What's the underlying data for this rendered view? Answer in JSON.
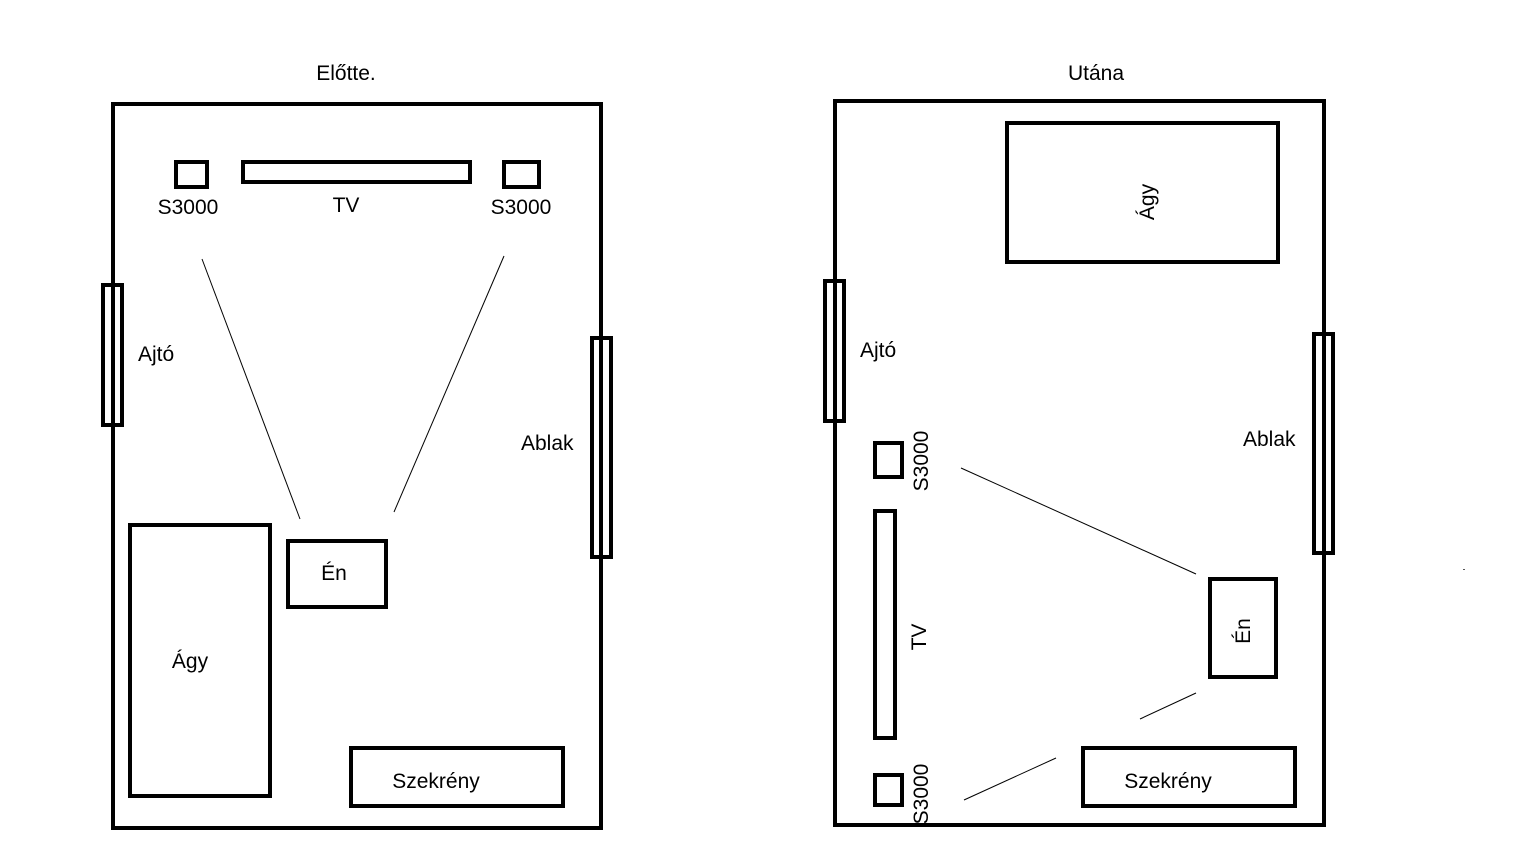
{
  "before": {
    "title": "Előtte.",
    "speaker_left": "S3000",
    "tv": "TV",
    "speaker_right": "S3000",
    "door": "Ajtó",
    "window": "Ablak",
    "me": "Én",
    "bed": "Ágy",
    "wardrobe": "Szekrény"
  },
  "after": {
    "title": "Utána",
    "bed": "Ágy",
    "door": "Ajtó",
    "window": "Ablak",
    "speaker_top": "S3000",
    "tv": "TV",
    "speaker_bottom": "S3000",
    "me": "Én",
    "wardrobe": "Szekrény"
  }
}
